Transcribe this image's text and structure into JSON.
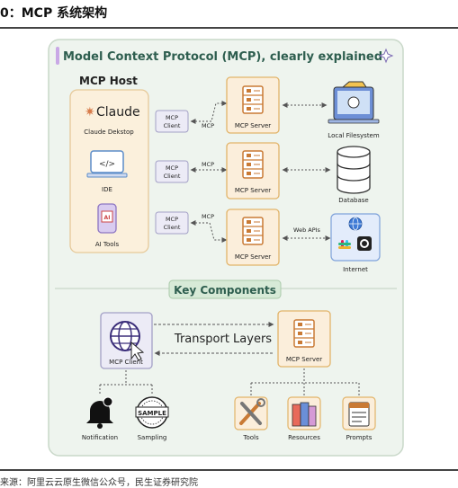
{
  "header": {
    "title": "0：MCP 系统架构"
  },
  "footer": {
    "source": "来源：阿里云云原生微信公众号，民生证券研究院"
  },
  "diagram": {
    "banner_title": "Model Context Protocol (MCP), clearly explained",
    "host": {
      "title": "MCP Host",
      "apps": [
        {
          "brand": "Claude",
          "label": "Claude Dekstop"
        },
        {
          "label": "IDE"
        },
        {
          "label": "AI Tools"
        }
      ]
    },
    "rows": [
      {
        "client": [
          "MCP",
          "Client"
        ],
        "link": "MCP",
        "server": "MCP Server",
        "resource": "Local Filesystem",
        "resource_link": ""
      },
      {
        "client": [
          "MCP",
          "Client"
        ],
        "link": "MCP",
        "server": "MCP Server",
        "resource": "Database",
        "resource_link": ""
      },
      {
        "client": [
          "MCP",
          "Client"
        ],
        "link": "MCP",
        "server": "MCP Server",
        "resource": "Internet",
        "resource_link": "Web APIs"
      }
    ],
    "key_components": {
      "title": "Key Components",
      "client_label": "MCP Client",
      "transport": "Transport Layers",
      "server_label": "MCP Server",
      "client_features": [
        "Notification",
        "Sampling"
      ],
      "server_features": [
        "Tools",
        "Resources",
        "Prompts"
      ],
      "sample_stamp": "SAMPLE"
    },
    "colors": {
      "panel_bg": "#eef4ee",
      "panel_border": "#c9d8c9",
      "host_bg": "#fbf0dc",
      "host_border": "#e6c999",
      "client_bg": "#ecebf6",
      "client_border": "#a3a0c6",
      "server_bg": "#fbeedb",
      "server_border": "#e2b46a",
      "server_icon": "#c97a35",
      "highlight": "#d7ead7",
      "banner_accent": "#c9a8e6"
    }
  }
}
